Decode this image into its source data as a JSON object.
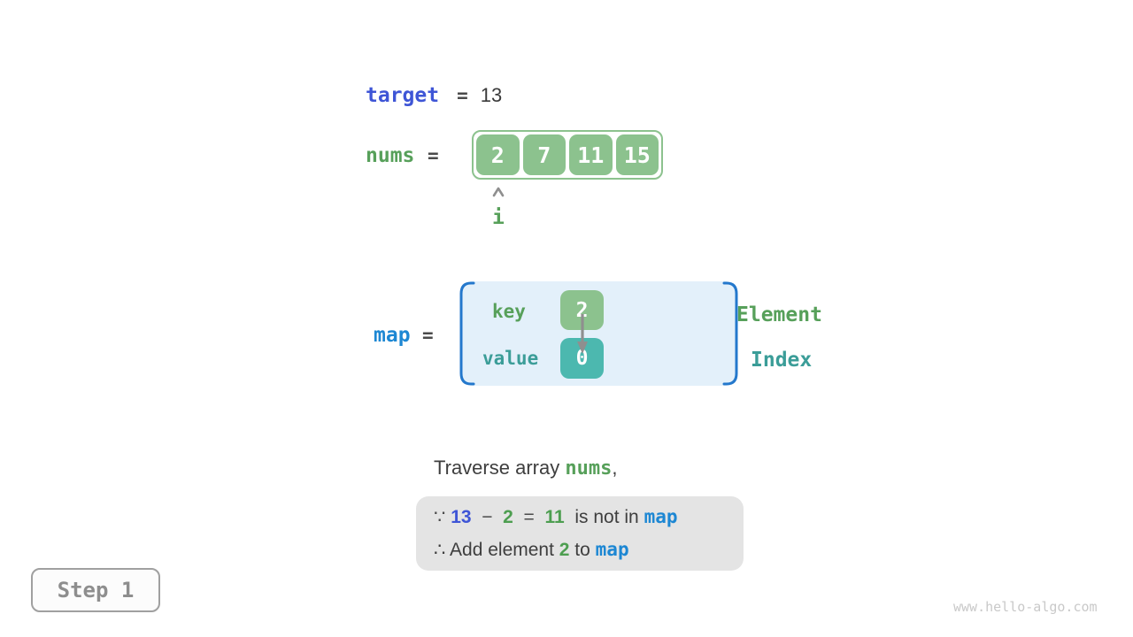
{
  "colors": {
    "array_green": "#8cc28e",
    "teal": "#4cb8af",
    "green_text": "#57a05a",
    "teal_text": "#3b9d98",
    "royal_blue": "#3e55d6",
    "azure_blue": "#1d87d3",
    "bracket_blue": "#2478cc",
    "map_box_bg": "#e3f0fa",
    "note_bg": "#e4e4e4",
    "dark_text": "#3e3e3e",
    "gray": "#8f8f8f"
  },
  "target_row": {
    "label": "target",
    "equals": "=",
    "value": "13"
  },
  "nums_row": {
    "label": "nums",
    "equals": "=",
    "cells": [
      "2",
      "7",
      "11",
      "15"
    ],
    "pointer_label": "i"
  },
  "map_row": {
    "label": "map",
    "equals": "=",
    "key_label": "key",
    "value_label": "value",
    "key_cell": "2",
    "value_cell": "0",
    "right_top_label": "Element",
    "right_bottom_label": "Index"
  },
  "caption": {
    "segments": [
      {
        "t": "Traverse array ",
        "c": "dark"
      },
      {
        "t": "nums",
        "c": "monogreen"
      },
      {
        "t": ",",
        "c": "dark"
      }
    ]
  },
  "note_box": {
    "line1": [
      {
        "t": "∵ ",
        "c": "op"
      },
      {
        "t": "13",
        "c": "bluebold"
      },
      {
        "t": "  −  ",
        "c": "op"
      },
      {
        "t": "2",
        "c": "greenbold"
      },
      {
        "t": "  =  ",
        "c": "op"
      },
      {
        "t": "11",
        "c": "greenbold"
      },
      {
        "t": "  is not in ",
        "c": "dark"
      },
      {
        "t": "map",
        "c": "monoblue"
      }
    ],
    "line2": [
      {
        "t": "∴ Add element ",
        "c": "dark"
      },
      {
        "t": "2",
        "c": "greenbold"
      },
      {
        "t": " to ",
        "c": "dark"
      },
      {
        "t": "map",
        "c": "monoblue"
      }
    ]
  },
  "step_button": {
    "label": "Step 1"
  },
  "watermark": "www.hello-algo.com"
}
